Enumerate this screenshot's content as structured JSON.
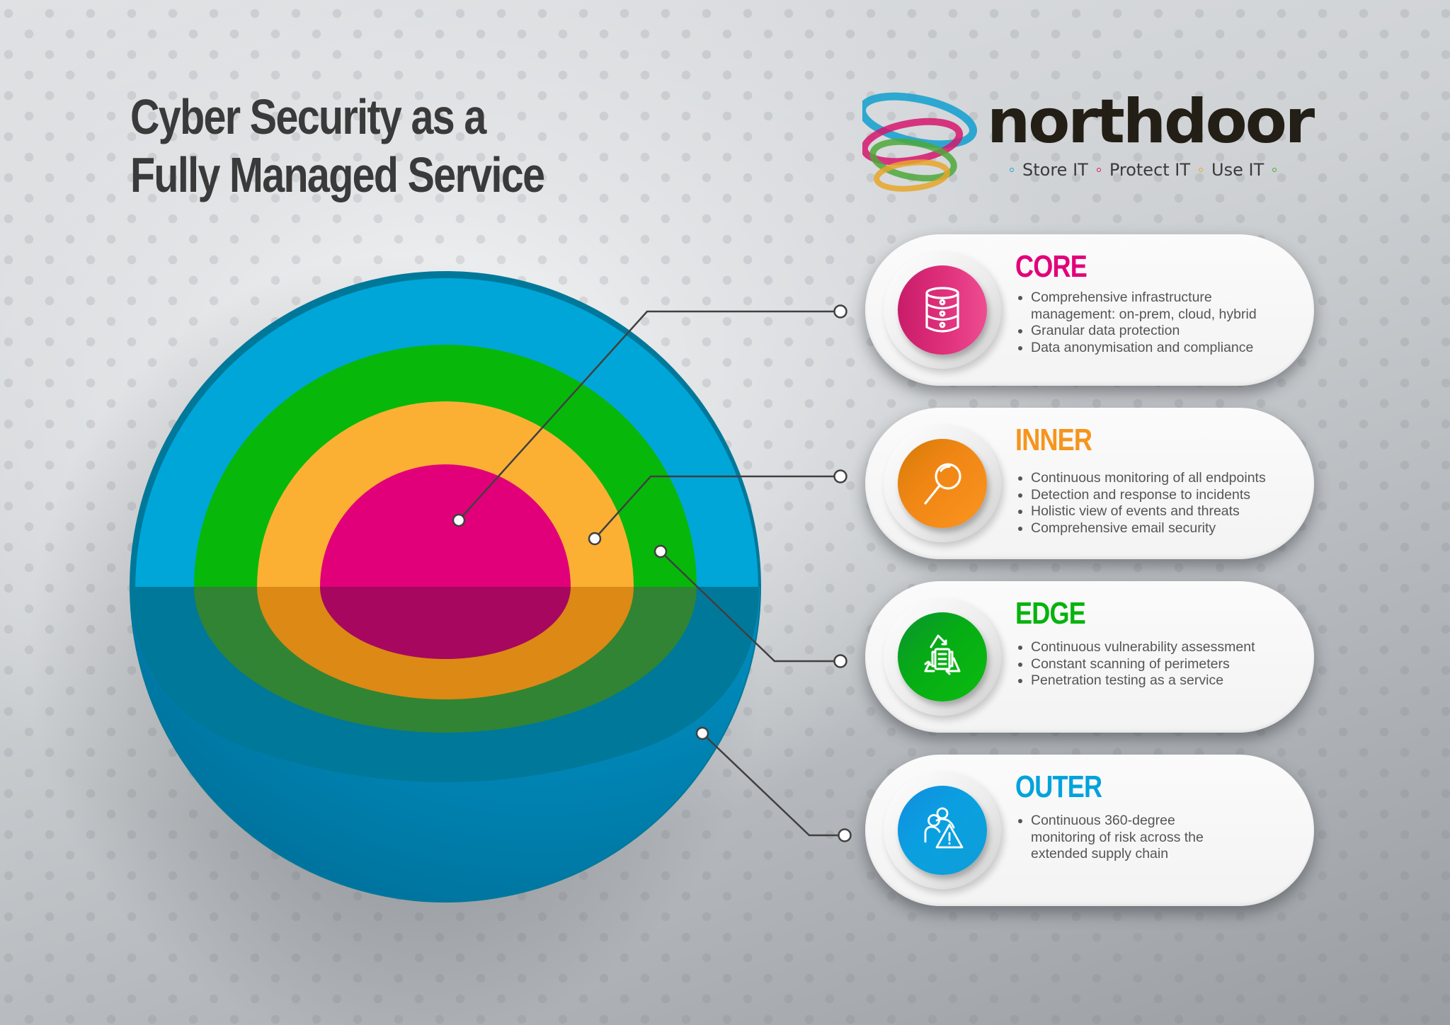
{
  "title": {
    "line1": "Cyber Security as a",
    "line2": "Fully Managed Service"
  },
  "logo": {
    "wordmark": "northdoor",
    "tagline": [
      "Store IT",
      "Protect IT",
      "Use IT"
    ],
    "ring_colors": [
      "#1ba2cf",
      "#d6166f",
      "#4ea83a",
      "#e6a62a"
    ]
  },
  "sphere": {
    "layers": [
      {
        "id": "outer",
        "color": "#00a6d8",
        "shadow_color": "#00789a"
      },
      {
        "id": "edge",
        "color": "#07b80a",
        "shadow_color": "#318434"
      },
      {
        "id": "inner",
        "color": "#fbb034",
        "shadow_color": "#dc8915"
      },
      {
        "id": "core",
        "color": "#e2007a",
        "shadow_color": "#a7075f"
      }
    ]
  },
  "cards": [
    {
      "id": "core",
      "title": "CORE",
      "color": "#e2007a",
      "icon": "database-icon",
      "bullets": [
        "Comprehensive infrastructure management: on-prem, cloud, hybrid",
        "Granular data protection",
        "Data anonymisation and compliance"
      ]
    },
    {
      "id": "inner",
      "title": "INNER",
      "color": "#f7941d",
      "icon": "magnifier-icon",
      "bullets": [
        "Continuous monitoring of all endpoints",
        "Detection and response to incidents",
        "Holistic view of events and threats",
        "Comprehensive email security"
      ]
    },
    {
      "id": "edge",
      "title": "EDGE",
      "color": "#07b30d",
      "icon": "recycle-document-icon",
      "bullets": [
        "Continuous vulnerability assessment",
        "Constant scanning of perimeters",
        "Penetration testing as a service"
      ]
    },
    {
      "id": "outer",
      "title": "OUTER",
      "color": "#00a3dc",
      "icon": "people-warning-icon",
      "bullets": [
        "Continuous 360-degree monitoring of risk across the extended supply chain"
      ]
    }
  ]
}
